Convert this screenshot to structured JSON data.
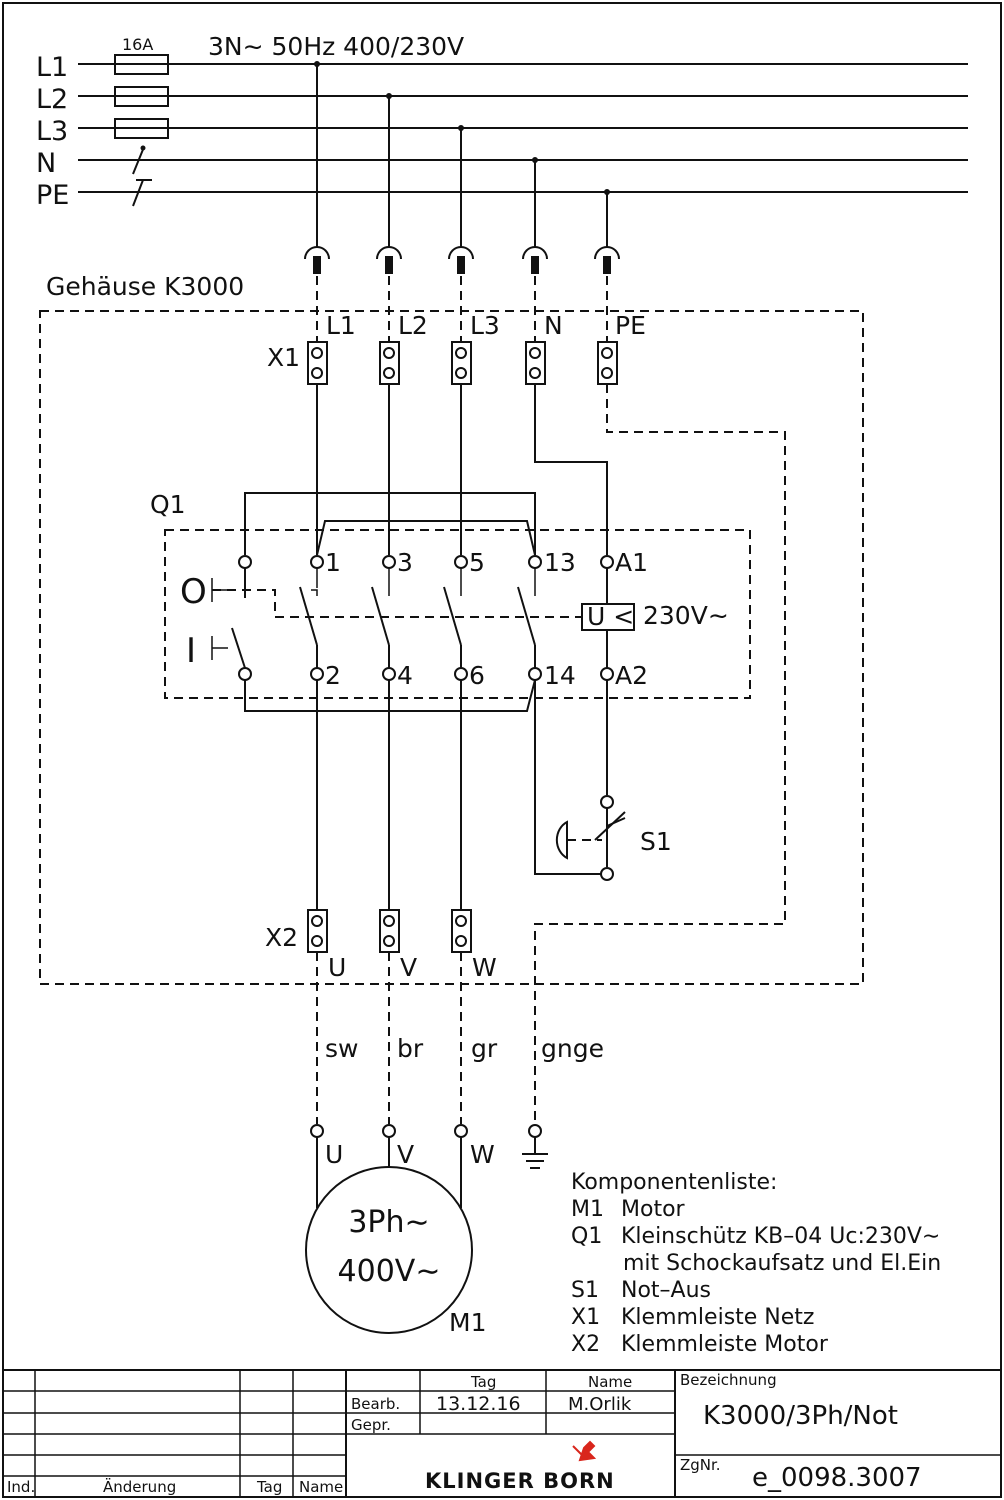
{
  "mains": {
    "fuse_rating": "16A",
    "supply": "3N∼  50Hz  400/230V",
    "lines": [
      "L1",
      "L2",
      "L3",
      "N",
      "PE"
    ]
  },
  "housing": {
    "label": "Gehäuse  K3000"
  },
  "terminal_x1": {
    "name": "X1",
    "labels": [
      "L1",
      "L2",
      "L3",
      "N",
      "PE"
    ]
  },
  "contactor": {
    "name": "Q1",
    "off_symbol": "O",
    "on_symbol": "I",
    "top_terminals": [
      "1",
      "3",
      "5",
      "13",
      "A1"
    ],
    "bottom_terminals": [
      "2",
      "4",
      "6",
      "14",
      "A2"
    ],
    "coil_label": "U <",
    "coil_voltage": "230V∼"
  },
  "emergency_stop": {
    "name": "S1"
  },
  "terminal_x2": {
    "name": "X2",
    "labels": [
      "U",
      "V",
      "W"
    ]
  },
  "wire_colors": [
    "sw",
    "br",
    "gr",
    "gnge"
  ],
  "motor": {
    "terminals": [
      "U",
      "V",
      "W"
    ],
    "line1": "3Ph∼",
    "line2": "400V∼",
    "name": "M1"
  },
  "component_list": {
    "heading": "Komponentenliste:",
    "items": [
      {
        "id": "M1",
        "text": "Motor"
      },
      {
        "id": "Q1",
        "text": "Kleinschütz  KB–04  Uc:230V∼"
      },
      {
        "id": "",
        "text": "mit  Schockaufsatz  und  El.Ein"
      },
      {
        "id": "S1",
        "text": "Not–Aus"
      },
      {
        "id": "X1",
        "text": "Klemmleiste  Netz"
      },
      {
        "id": "X2",
        "text": "Klemmleiste  Motor"
      }
    ]
  },
  "title_block": {
    "col_tag": "Tag",
    "col_name": "Name",
    "bearb_label": "Bearb.",
    "gepr_label": "Gepr.",
    "date": "13.12.16",
    "author": "M.Orlik",
    "bezeichnung_label": "Bezeichnung",
    "bezeichnung": "K3000/3Ph/Not",
    "zgnr_label": "ZgNr.",
    "zgnr": "e_0098.3007",
    "company": "KLINGER BORN",
    "rev_ind": "Ind.",
    "rev_change": "Änderung",
    "rev_tag": "Tag",
    "rev_name": "Name"
  },
  "colors": {
    "ink": "#111111",
    "logo_accent": "#d9261c"
  }
}
